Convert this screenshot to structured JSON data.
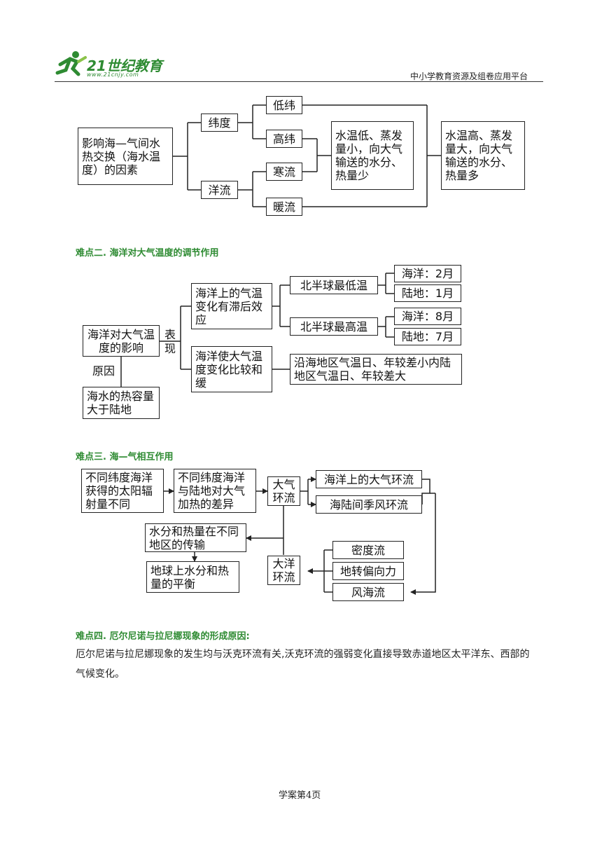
{
  "header": {
    "logo_text": "21世纪教育",
    "logo_url": "www.21cnjy.com",
    "platform": "中小学教育资源及组卷应用平台"
  },
  "diagram1": {
    "root": "影响海—气间水热交换（海水温度）的因素",
    "latitude": "纬度",
    "current": "洋流",
    "low_lat": "低纬",
    "high_lat": "高纬",
    "cold": "寒流",
    "warm": "暖流",
    "result_low": "水温低、蒸发量小，向大气输送的水分、热量少",
    "result_high": "水温高、蒸发量大，向大气输送的水分、热量多"
  },
  "section2": {
    "heading": "难点二. 海洋对大气温度的调节作用",
    "main": "海洋对大气温度的影响",
    "show_label": "表现",
    "cause_label": "原因",
    "cause": "海水的热容量大于陆地",
    "lag": "海洋上的气温变化有滞后效应",
    "mild": "海洋使大气温度变化比较和缓",
    "nh_min": "北半球最低温",
    "nh_max": "北半球最高温",
    "ocean_feb": "海洋：2月",
    "land_jan": "陆地：1月",
    "ocean_aug": "海洋：8月",
    "land_jul": "陆地：7月",
    "range": "沿海地区气温日、年较差小内陆地区气温日、年较差大"
  },
  "section3": {
    "heading": "难点三. 海—气相互作用",
    "radiation": "不同纬度海洋获得的太阳辐射量不同",
    "heating": "不同纬度海洋与陆地对大气加热的差异",
    "atm_circ": "大气环流",
    "ocean_atm": "海洋上的大气环流",
    "monsoon": "海陆间季风环流",
    "transport": "水分和热量在不同地区的传输",
    "balance": "地球上水分和热量的平衡",
    "ocean_circ": "大洋环流",
    "density": "密度流",
    "coriolis": "地转偏向力",
    "wind": "风海流"
  },
  "section4": {
    "heading": "难点四. 厄尔尼诺与拉尼娜现象的形成原因:",
    "body": "厄尔尼诺与拉尼娜现象的发生均与沃克环流有关,沃克环流的强弱变化直接导致赤道地区太平洋东、西部的气候变化。"
  },
  "footer": {
    "page": "学案第4页"
  }
}
